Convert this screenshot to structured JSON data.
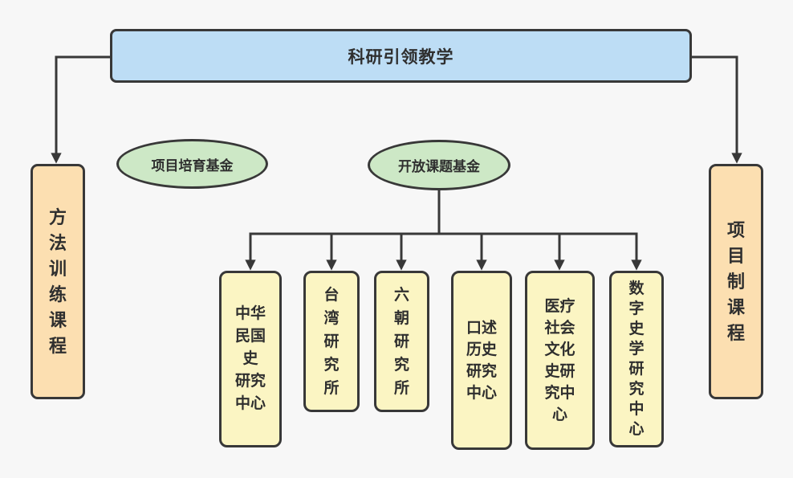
{
  "colors": {
    "canvas-bg": "#f7f7f7",
    "stroke": "#383838",
    "text": "#2f2f2f",
    "root-fill": "#bdddf5",
    "fund-fill": "#cde8c6",
    "course-fill": "#fcdfb1",
    "center-fill": "#fbf5c3"
  },
  "diagram": {
    "root": {
      "label": "科研引领教学"
    },
    "funds": [
      {
        "label": "项目培育基金"
      },
      {
        "label": "开放课题基金"
      }
    ],
    "courses": [
      {
        "label": "方\n法\n训\n练\n课\n程"
      },
      {
        "label": "项\n目\n制\n课\n程"
      }
    ],
    "centers": [
      {
        "label": "中华\n民国\n史\n研究\n中心"
      },
      {
        "label": "台\n湾\n研\n究\n所"
      },
      {
        "label": "六\n朝\n研\n究\n所"
      },
      {
        "label": "口述\n历史\n研究\n中心"
      },
      {
        "label": "医疗\n社会\n文化\n史研\n究中\n心"
      },
      {
        "label": "数\n字\n史\n学\n研\n究\n中\n心"
      }
    ]
  }
}
